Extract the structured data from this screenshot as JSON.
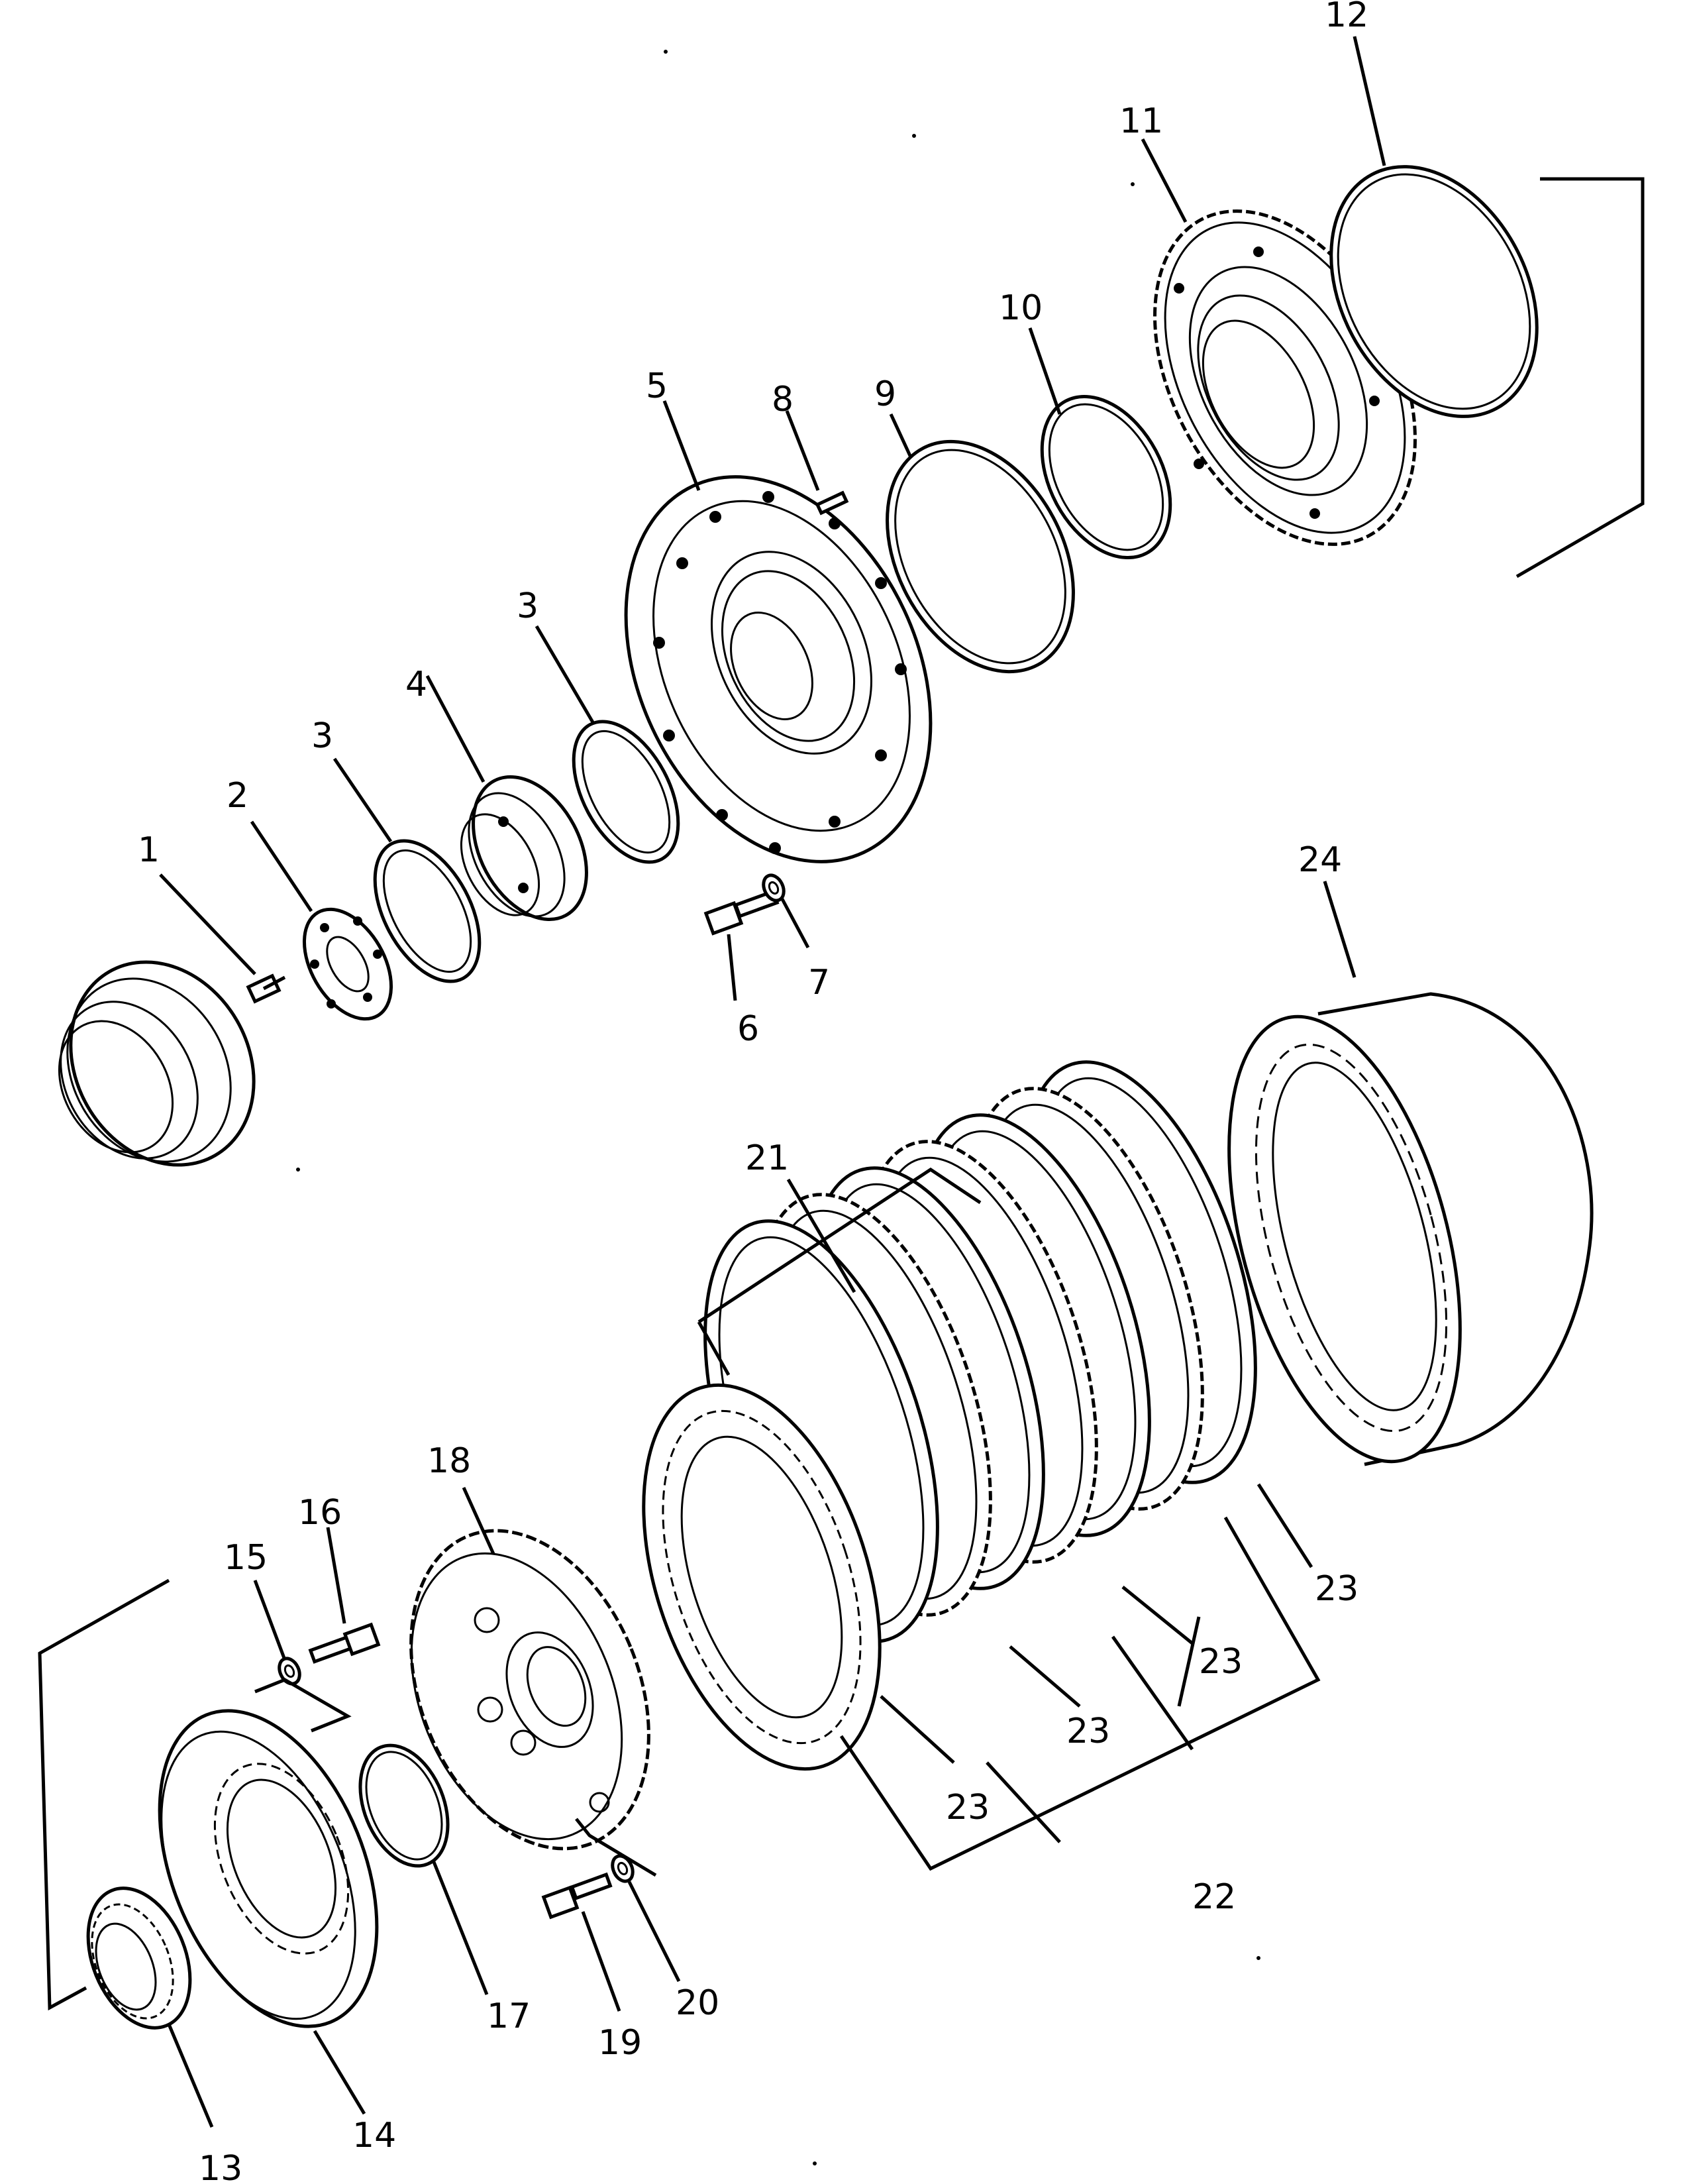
{
  "diagram": {
    "callouts": [
      {
        "id": "callout-1",
        "text": "1"
      },
      {
        "id": "callout-2",
        "text": "2"
      },
      {
        "id": "callout-3a",
        "text": "3"
      },
      {
        "id": "callout-3b",
        "text": "3"
      },
      {
        "id": "callout-4",
        "text": "4"
      },
      {
        "id": "callout-5",
        "text": "5"
      },
      {
        "id": "callout-6",
        "text": "6"
      },
      {
        "id": "callout-7",
        "text": "7"
      },
      {
        "id": "callout-8",
        "text": "8"
      },
      {
        "id": "callout-9",
        "text": "9"
      },
      {
        "id": "callout-10",
        "text": "10"
      },
      {
        "id": "callout-11",
        "text": "11"
      },
      {
        "id": "callout-12",
        "text": "12"
      },
      {
        "id": "callout-13",
        "text": "13"
      },
      {
        "id": "callout-14",
        "text": "14"
      },
      {
        "id": "callout-15",
        "text": "15"
      },
      {
        "id": "callout-16",
        "text": "16"
      },
      {
        "id": "callout-17",
        "text": "17"
      },
      {
        "id": "callout-18",
        "text": "18"
      },
      {
        "id": "callout-19",
        "text": "19"
      },
      {
        "id": "callout-20",
        "text": "20"
      },
      {
        "id": "callout-21",
        "text": "21"
      },
      {
        "id": "callout-22",
        "text": "22"
      },
      {
        "id": "callout-23a",
        "text": "23"
      },
      {
        "id": "callout-23b",
        "text": "23"
      },
      {
        "id": "callout-23c",
        "text": "23"
      },
      {
        "id": "callout-23d",
        "text": "23"
      },
      {
        "id": "callout-24",
        "text": "24"
      }
    ]
  }
}
